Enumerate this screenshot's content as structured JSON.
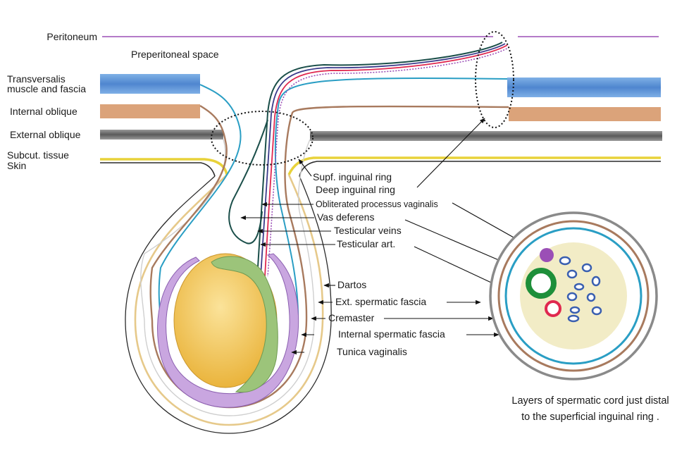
{
  "layer_labels": {
    "peritoneum": "Peritoneum",
    "preperitoneal_space": "Preperitoneal space",
    "transversalis_line1": "Transversalis",
    "transversalis_line2": "muscle and fascia",
    "internal_oblique": "Internal oblique",
    "external_oblique": "External oblique",
    "subcut_tissue": "Subcut. tissue",
    "skin": "Skin"
  },
  "structure_labels": {
    "supf_inguinal_ring": "Supf. inguinal ring",
    "deep_inguinal_ring": "Deep inguinal ring",
    "obliterated_processus": "Obliterated processus vaginalis",
    "vas_deferens": "Vas deferens",
    "testicular_veins": "Testicular veins",
    "testicular_art": "Testicular art.",
    "dartos": "Dartos",
    "ext_spermatic_fascia": "Ext. spermatic fascia",
    "cremaster": "Cremaster",
    "internal_spermatic_fascia": "Internal spermatic fascia",
    "tunica_vaginalis": "Tunica vaginalis"
  },
  "caption": {
    "line1": "Layers of spermatic cord just distal",
    "line2": "to the superficial inguinal ring ."
  },
  "colors": {
    "peritoneum": "#9b4fb6",
    "transversalis": "#5a8fd6",
    "internal_oblique": "#d9a37a",
    "external_oblique": "#6e6e6e",
    "subcut": "#e8d23a",
    "skin": "#2a2a2a",
    "teal": "#2a9ec4",
    "brown": "#a87a5e",
    "testis": "#f2c24a",
    "epididymis": "#9cc47a",
    "tunica": "#c9a6e0",
    "cord_fill": "#f2ecc6",
    "vas": "#1e8f3a",
    "artery": "#e0284f",
    "vein": "#3a5fb0",
    "processus": "#9b4fb6"
  }
}
